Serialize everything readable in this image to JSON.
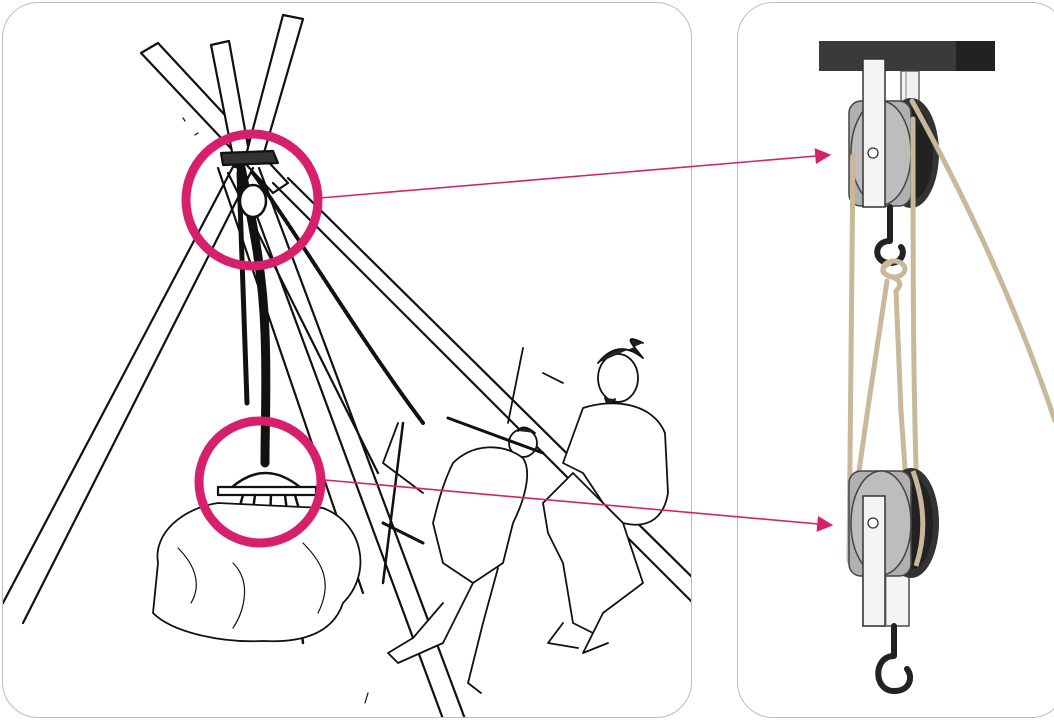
{
  "figure": {
    "left_panel": "ancient-tripod-hoist-illustration",
    "right_panel": "modern-block-and-tackle-illustration"
  },
  "colors": {
    "highlight_circle": "#d6206b",
    "arrow": "#d6206b",
    "rope": "#c9b89a",
    "pulley_gray": "#a9a9a9",
    "pulley_dark": "#2f2f2f",
    "beam": "#333333",
    "ink": "#111111",
    "panel_border": "#bdbdbd"
  },
  "callouts": [
    {
      "from": "upper-pulley-in-drawing",
      "to": "fixed-upper-pulley"
    },
    {
      "from": "lower-pulley-in-drawing",
      "to": "movable-lower-pulley"
    }
  ]
}
